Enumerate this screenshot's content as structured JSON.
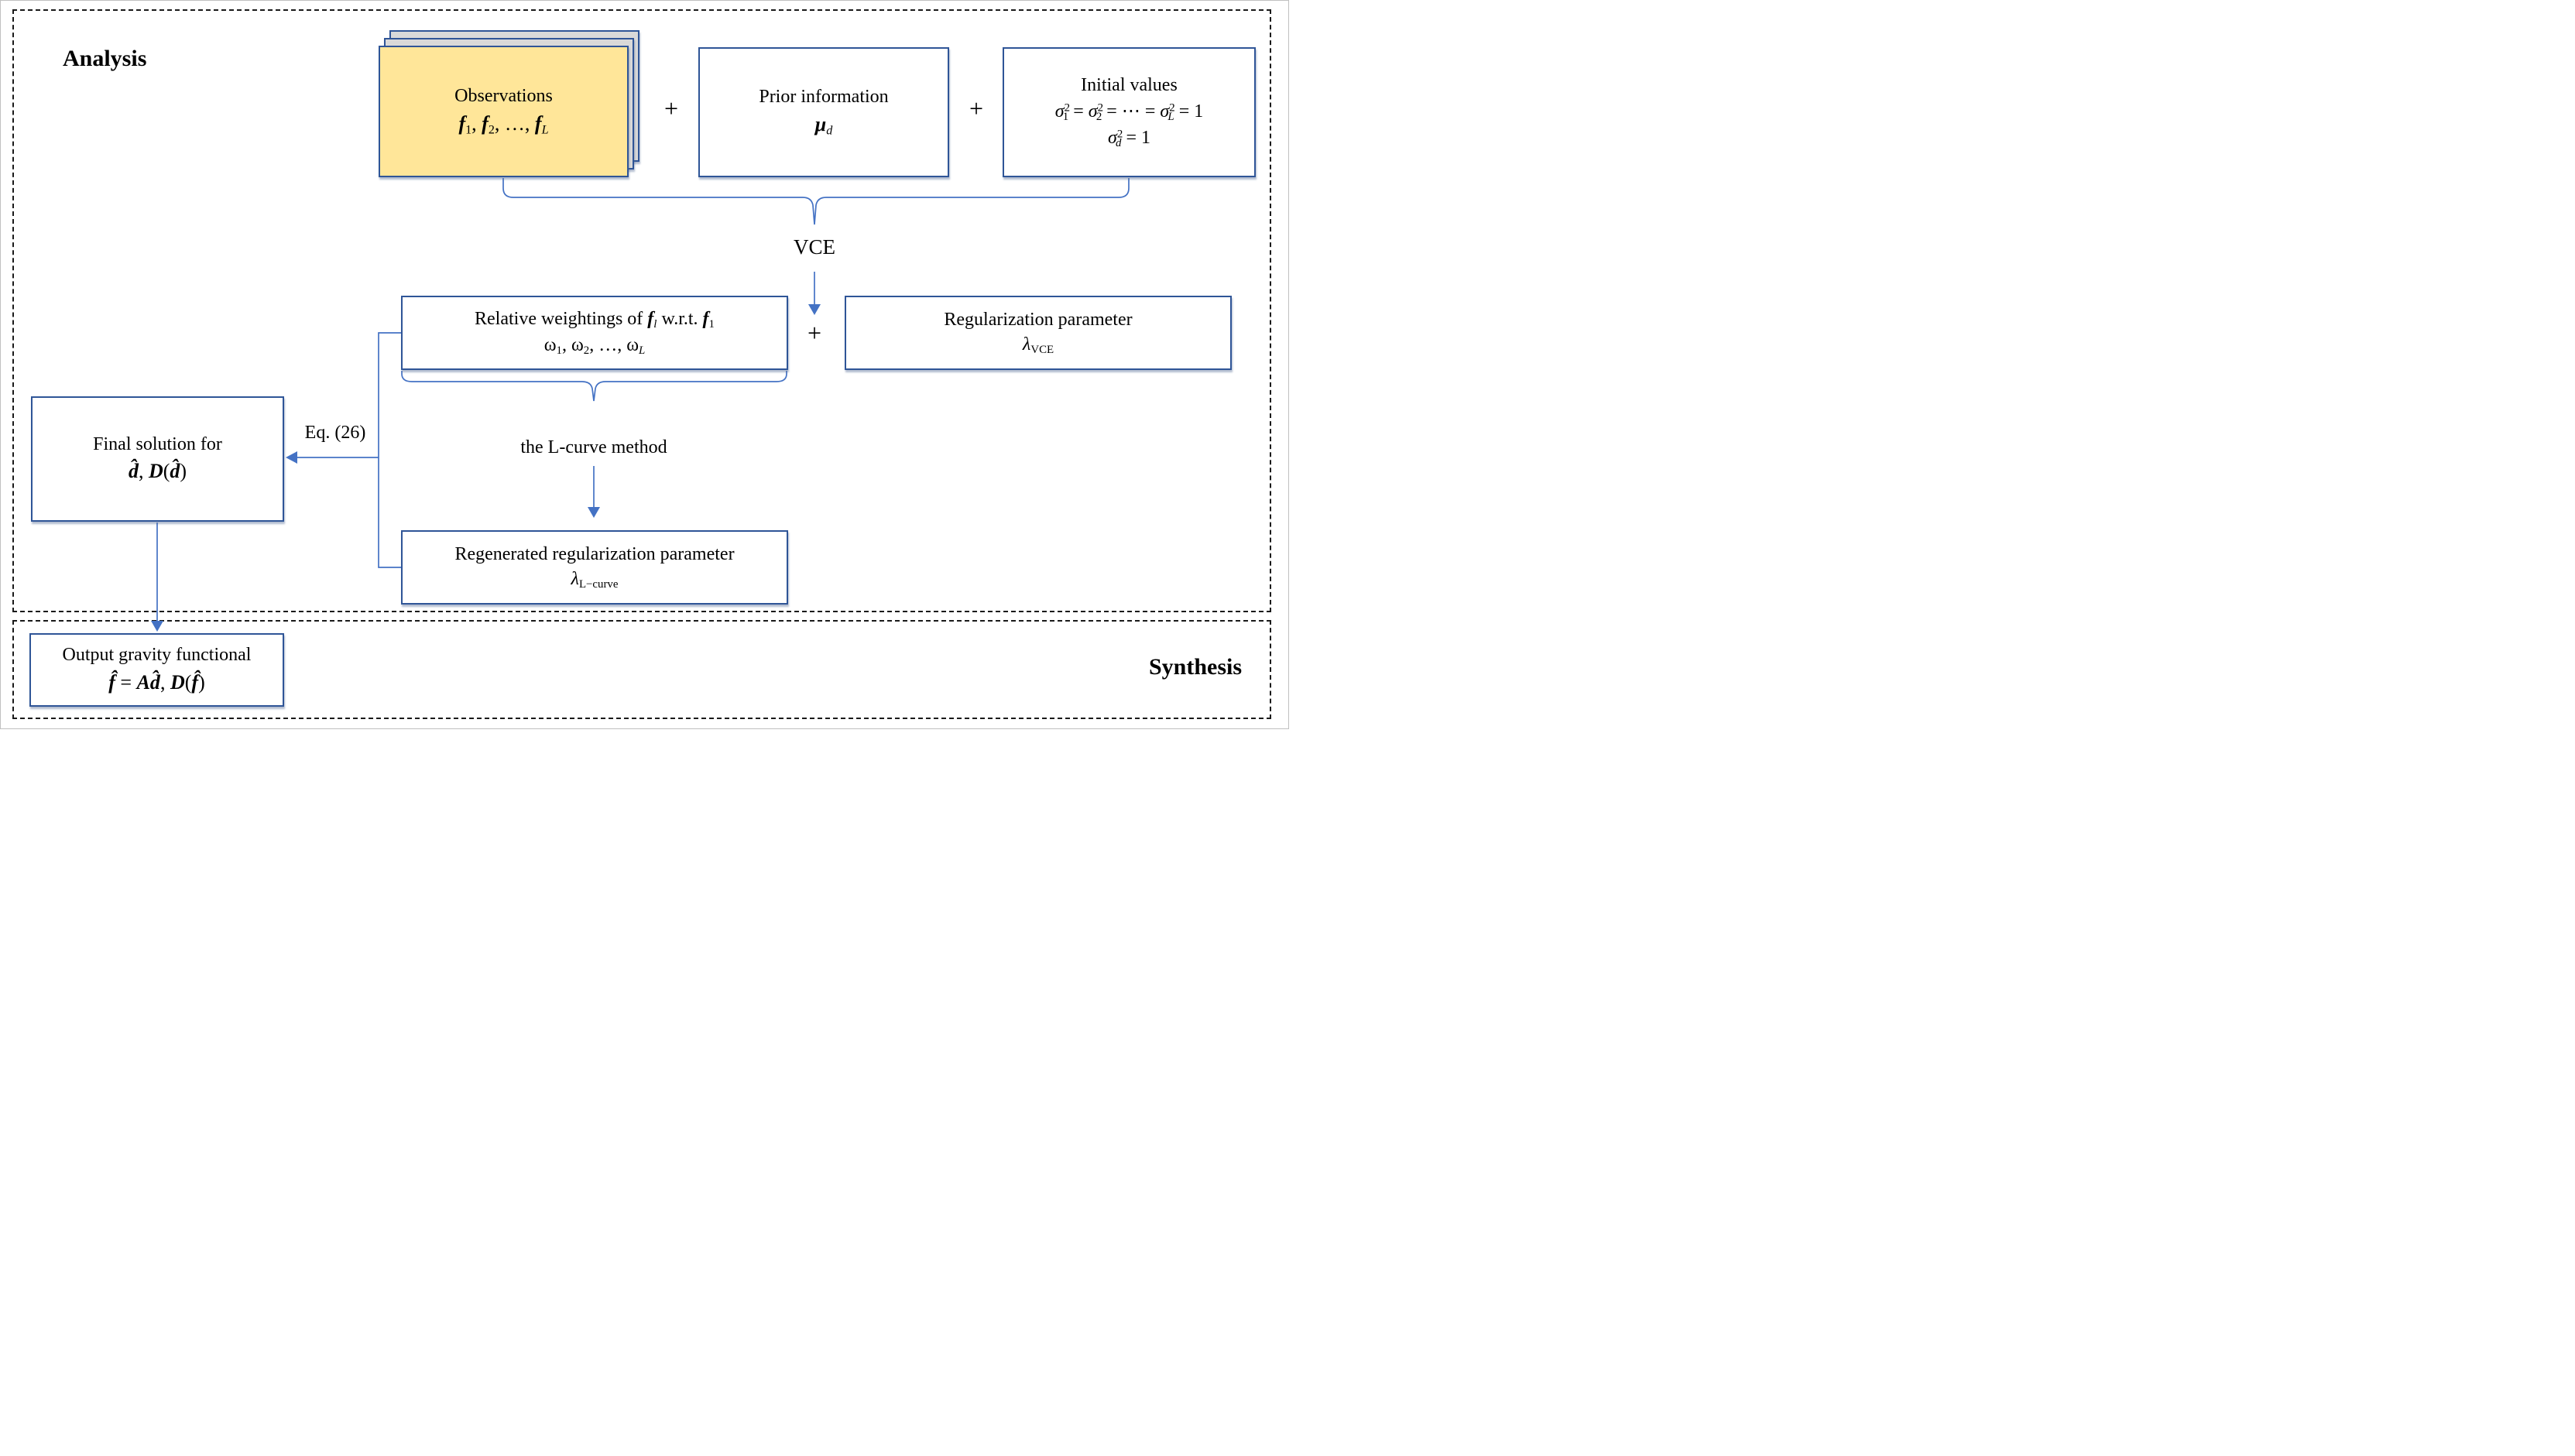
{
  "frame": {
    "analysis_label": "Analysis",
    "synthesis_label": "Synthesis"
  },
  "colors": {
    "box_border": "#2F5597",
    "connector": "#4472C4",
    "observations_fill": "#FFE699",
    "sheet_fill": "#D9D9D9",
    "dash_color": "#1a1a1a",
    "text_color": "#000000"
  },
  "boxes": {
    "observations": {
      "title": "Observations",
      "math": "<b><i>f</i></b><sub>1</sub>, <b><i>f</i></b><sub>2</sub>, …, <b><i>f</i></b><sub><i>L</i></sub>"
    },
    "prior": {
      "title": "Prior information",
      "math": "<b><i>μ</i></b><sub><i>d</i></sub>"
    },
    "initial": {
      "title": "Initial values",
      "math1": "<i>σ</i><sup>2</sup><sub class=\"tuck\">1</sub> = <i>σ</i><sup>2</sup><sub class=\"tuck\">2</sub> = ⋯ = <i>σ</i><sup>2</sup><sub class=\"tuck\"><i>L</i></sub> = 1",
      "math2": "<i>σ</i><sup>2</sup><sub class=\"tuck\"><i>d</i></sub> = 1"
    },
    "relative": {
      "title": "Relative weightings of <b><i>f</i></b><sub><i>l</i></sub> w.r.t. <b><i>f</i></b><sub>1</sub>",
      "math": "ω<sub>1</sub>, ω<sub>2</sub>, …, ω<sub><i>L</i></sub>"
    },
    "regularization": {
      "title": "Regularization parameter",
      "math": "<i>λ</i><sub>VCE</sub>"
    },
    "regenerated": {
      "title": "Regenerated regularization parameter",
      "math": "<i>λ</i><sub>L−curve</sub>"
    },
    "final": {
      "title": "Final solution for",
      "math": "<b><i>d̂</i></b>,  <b><i>D</i></b>(<b><i>d̂</i></b>)"
    },
    "output": {
      "title": "Output gravity functional",
      "math": "<b><i>f̂</i></b> = <b><i>Ad̂</i></b>,  <b><i>D</i></b>(<b><i>f̂</i></b>)"
    }
  },
  "labels": {
    "plus": "+",
    "vce": "VCE",
    "lcurve_method": "the L-curve method",
    "eq26": "Eq. (26)"
  }
}
